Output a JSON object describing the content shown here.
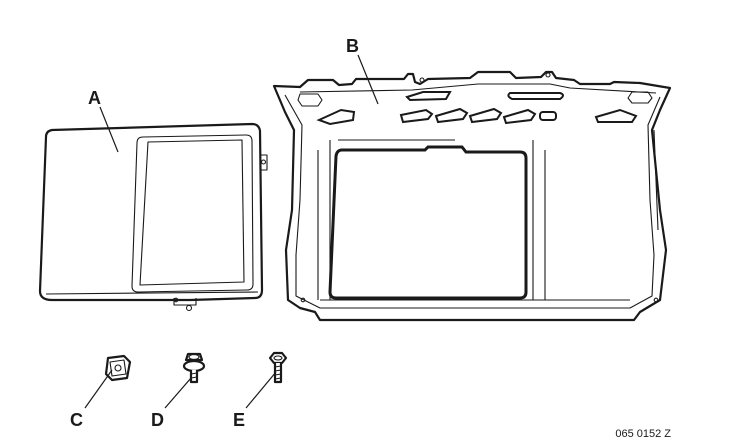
{
  "callouts": {
    "a": "A",
    "b": "B",
    "c": "C",
    "d": "D",
    "e": "E"
  },
  "reference_code": "065 0152 Z",
  "colors": {
    "line": "#1a1a1a",
    "background": "#ffffff"
  }
}
